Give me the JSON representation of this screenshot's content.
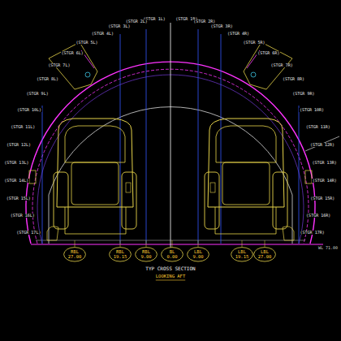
{
  "diagram": {
    "title": "TYP CROSS SECTION",
    "caption": "LOOKING AFT",
    "nodes": [
      {
        "text": [
          "RBL 27.00"
        ]
      },
      {
        "text": [
          "RBL 19.15"
        ]
      },
      {
        "text": [
          "RBL 9.00"
        ]
      },
      {
        "text": [
          "BL 0.00"
        ]
      },
      {
        "text": [
          "LBL 9.00"
        ]
      },
      {
        "text": [
          "LBL 19.15"
        ]
      },
      {
        "text": [
          "LBL 27.00"
        ]
      }
    ],
    "edges": [],
    "labels": [
      "(STGR 1L)",
      "(STGR 2L)",
      "(STGR 3L)",
      "(STGR 4L)",
      "(STGR 5L)",
      "(STGR 6L)",
      "(STGR 7L)",
      "(STGR 8L)",
      "(STGR 9L)",
      "(STGR 10L)",
      "(STGR 11L)",
      "(STGR 12L)",
      "(STGR 13L)",
      "(STGR 14L)",
      "(STGR 15L)",
      "(STGR 16L)",
      "(STGR 17L)",
      "(STGR 1R)",
      "(STGR 2R)",
      "(STGR 3R)",
      "(STGR 4R)",
      "(STGR 5R)",
      "(STGR 6R)",
      "(STGR 7R)",
      "(STGR 8R)",
      "(STGR 9R)",
      "(STGR 10R)",
      "(STGR 11R)",
      "(STGR 12R)",
      "(STGR 13R)",
      "(STGR 14R)",
      "(STGR 15R)",
      "(STGR 16R)",
      "(STGR 17R)",
      "WL 71.00"
    ]
  }
}
